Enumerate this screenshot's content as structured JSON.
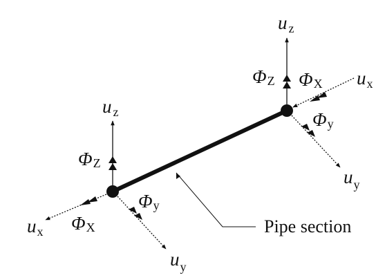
{
  "caption": "Pipe section",
  "node_left": {
    "uz": "u",
    "uz_sub": "z",
    "phiz": "Φ",
    "phiz_sub": "Z",
    "phiy": "Φ",
    "phiy_sub": "y",
    "ux": "u",
    "ux_sub": "x",
    "phix": "Φ",
    "phix_sub": "X",
    "uy": "u",
    "uy_sub": "y"
  },
  "node_right": {
    "uz": "u",
    "uz_sub": "z",
    "phiz": "Φ",
    "phiz_sub": "Z",
    "phix": "Φ",
    "phix_sub": "X",
    "ux": "u",
    "ux_sub": "x",
    "phiy": "Φ",
    "phiy_sub": "y",
    "uy": "u",
    "uy_sub": "y"
  },
  "colors": {
    "ink": "#111111"
  }
}
